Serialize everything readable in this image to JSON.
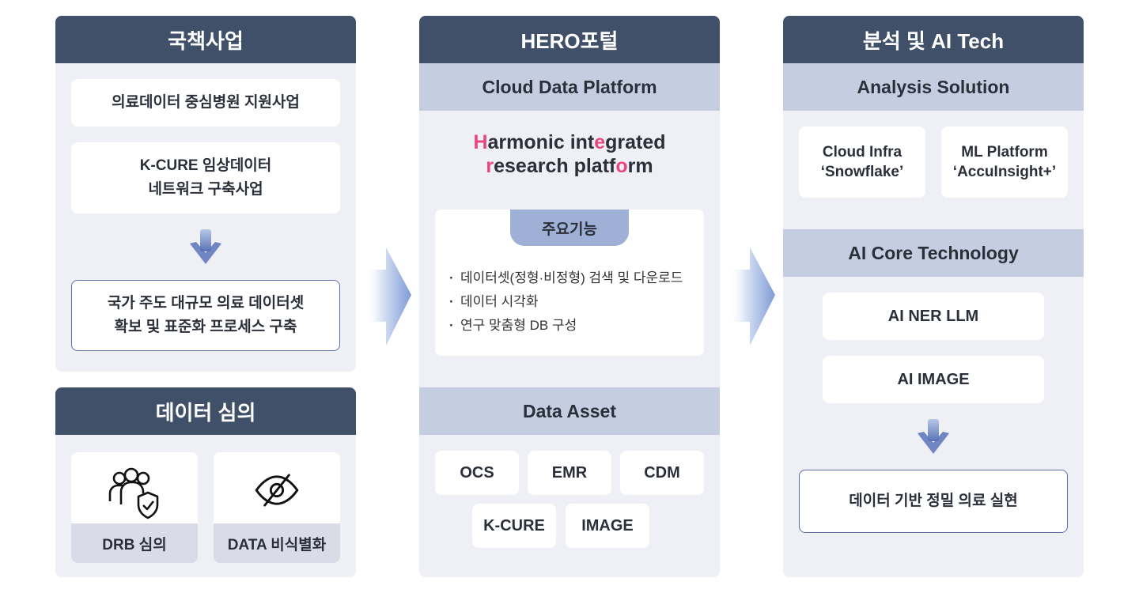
{
  "left": {
    "title": "국책사업",
    "card1": "의료데이터 중심병원 지원사업",
    "card2_line1": "K-CURE 임상데이터",
    "card2_line2": "네트워크 구축사업",
    "card3_line1": "국가 주도 대규모 의료 데이터셋",
    "card3_line2": "확보 및 표준화 프로세스 구축"
  },
  "review": {
    "title": "데이터 심의",
    "item1": "DRB 심의",
    "item2": "DATA 비식별화",
    "item1_icon": "people-shield-icon",
    "item2_icon": "eye-slash-icon"
  },
  "middle": {
    "title": "HERO포털",
    "subtitle": "Cloud Data Platform",
    "hero_l1": [
      {
        "t": "H",
        "h": true
      },
      {
        "t": "armonic int",
        "h": false
      },
      {
        "t": "e",
        "h": true
      },
      {
        "t": "grated",
        "h": false
      }
    ],
    "hero_l2": [
      {
        "t": "r",
        "h": true
      },
      {
        "t": "esearch platf",
        "h": false
      },
      {
        "t": "o",
        "h": true
      },
      {
        "t": "rm",
        "h": false
      }
    ],
    "features_title": "주요기능",
    "features": [
      "데이터셋(정형·비정형) 검색 및 다운로드",
      "데이터 시각화",
      "연구 맞춤형 DB 구성"
    ],
    "asset_title": "Data Asset",
    "assets": [
      "OCS",
      "EMR",
      "CDM",
      "K-CURE",
      "IMAGE"
    ]
  },
  "right": {
    "title": "분석 및 AI Tech",
    "subtitle": "Analysis Solution",
    "sol1_line1": "Cloud Infra",
    "sol1_line2": "‘Snowflake’",
    "sol2_line1": "ML Platform",
    "sol2_line2": "‘AccuInsight+’",
    "core_title": "AI Core Technology",
    "core1": "AI NER LLM",
    "core2": "AI IMAGE",
    "result": "데이터 기반 정밀 의료 실현"
  },
  "colors": {
    "header": "#3f5068",
    "subheader": "#c5cde0",
    "panel": "#eff0f5",
    "highlight": "#e8467c",
    "feature_tab": "#9fb0d6",
    "arrow": "#6d86c6"
  }
}
